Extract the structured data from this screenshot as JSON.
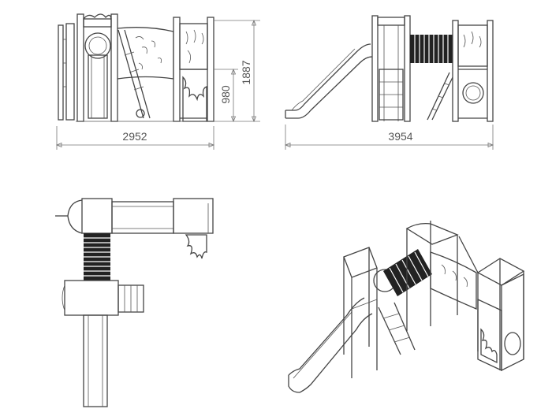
{
  "views": {
    "front": {
      "width_mm": "2952",
      "height_total_mm": "1887",
      "platform_height_mm": "980"
    },
    "side": {
      "length_mm": "3954"
    },
    "plan": {},
    "isometric": {}
  },
  "colors": {
    "line": "#444444",
    "dimension": "#777777",
    "background": "#ffffff"
  }
}
